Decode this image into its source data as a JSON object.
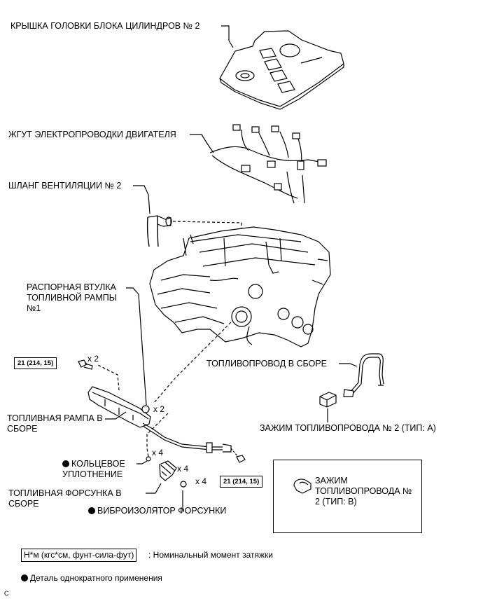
{
  "labels": {
    "cover": "КРЫШКА ГОЛОВКИ БЛОКА ЦИЛИНДРОВ № 2",
    "harness": "ЖГУТ ЭЛЕКТРОПРОВОДКИ ДВИГАТЕЛЯ",
    "hose": "ШЛАНГ ВЕНТИЛЯЦИИ № 2",
    "spacer": "РАСПОРНАЯ ВТУЛКА ТОПЛИВНОЙ РАМПЫ №1",
    "fuel_line": "ТОПЛИВОПРОВОД В СБОРЕ",
    "rail": "ТОПЛИВНАЯ РАМПА В СБОРЕ",
    "clamp_a": "ЗАЖИМ ТОПЛИВОПРОВОДА № 2 (ТИП: A)",
    "oring": "КОЛЬЦЕВОЕ УПЛОТНЕНИЕ",
    "injector": "ТОПЛИВНАЯ ФОРСУНКА В СБОРЕ",
    "insulator": "ВИБРОИЗОЛЯТОР ФОРСУНКИ",
    "clamp_b": "ЗАЖИМ ТОПЛИВОПРОВОДА № 2 (ТИП: B)"
  },
  "torque": {
    "bolt_top": "21 (214, 15)",
    "bolt_bottom": "21 (214, 15)"
  },
  "quantities": {
    "bolts_top": "x 2",
    "spacers": "x 2",
    "orings": "x 4",
    "injectors": "x 4",
    "insulators": "x 4"
  },
  "legend": {
    "torque_unit": "Н*м (кгс*см, фунт-сила-фут)",
    "torque_desc": ": Номинальный момент затяжки",
    "non_reusable": "Деталь однократного применения"
  },
  "footer_code": "C"
}
